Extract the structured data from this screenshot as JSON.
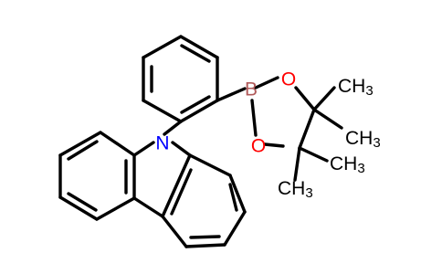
{
  "molecule": {
    "atoms": {
      "nitrogen": {
        "symbol": "N",
        "color": "#0000ff"
      },
      "boron": {
        "symbol": "B",
        "color": "#b05a5a"
      },
      "oxygen_top": {
        "symbol": "O",
        "color": "#ff0000"
      },
      "oxygen_bottom": {
        "symbol": "O",
        "color": "#ff0000"
      }
    },
    "methyl_groups": [
      {
        "base": "CH",
        "subscript": "3"
      },
      {
        "base": "CH",
        "subscript": "3"
      },
      {
        "base": "CH",
        "subscript": "3"
      },
      {
        "base": "CH",
        "subscript": "3"
      }
    ],
    "bond_color": "#000000"
  }
}
